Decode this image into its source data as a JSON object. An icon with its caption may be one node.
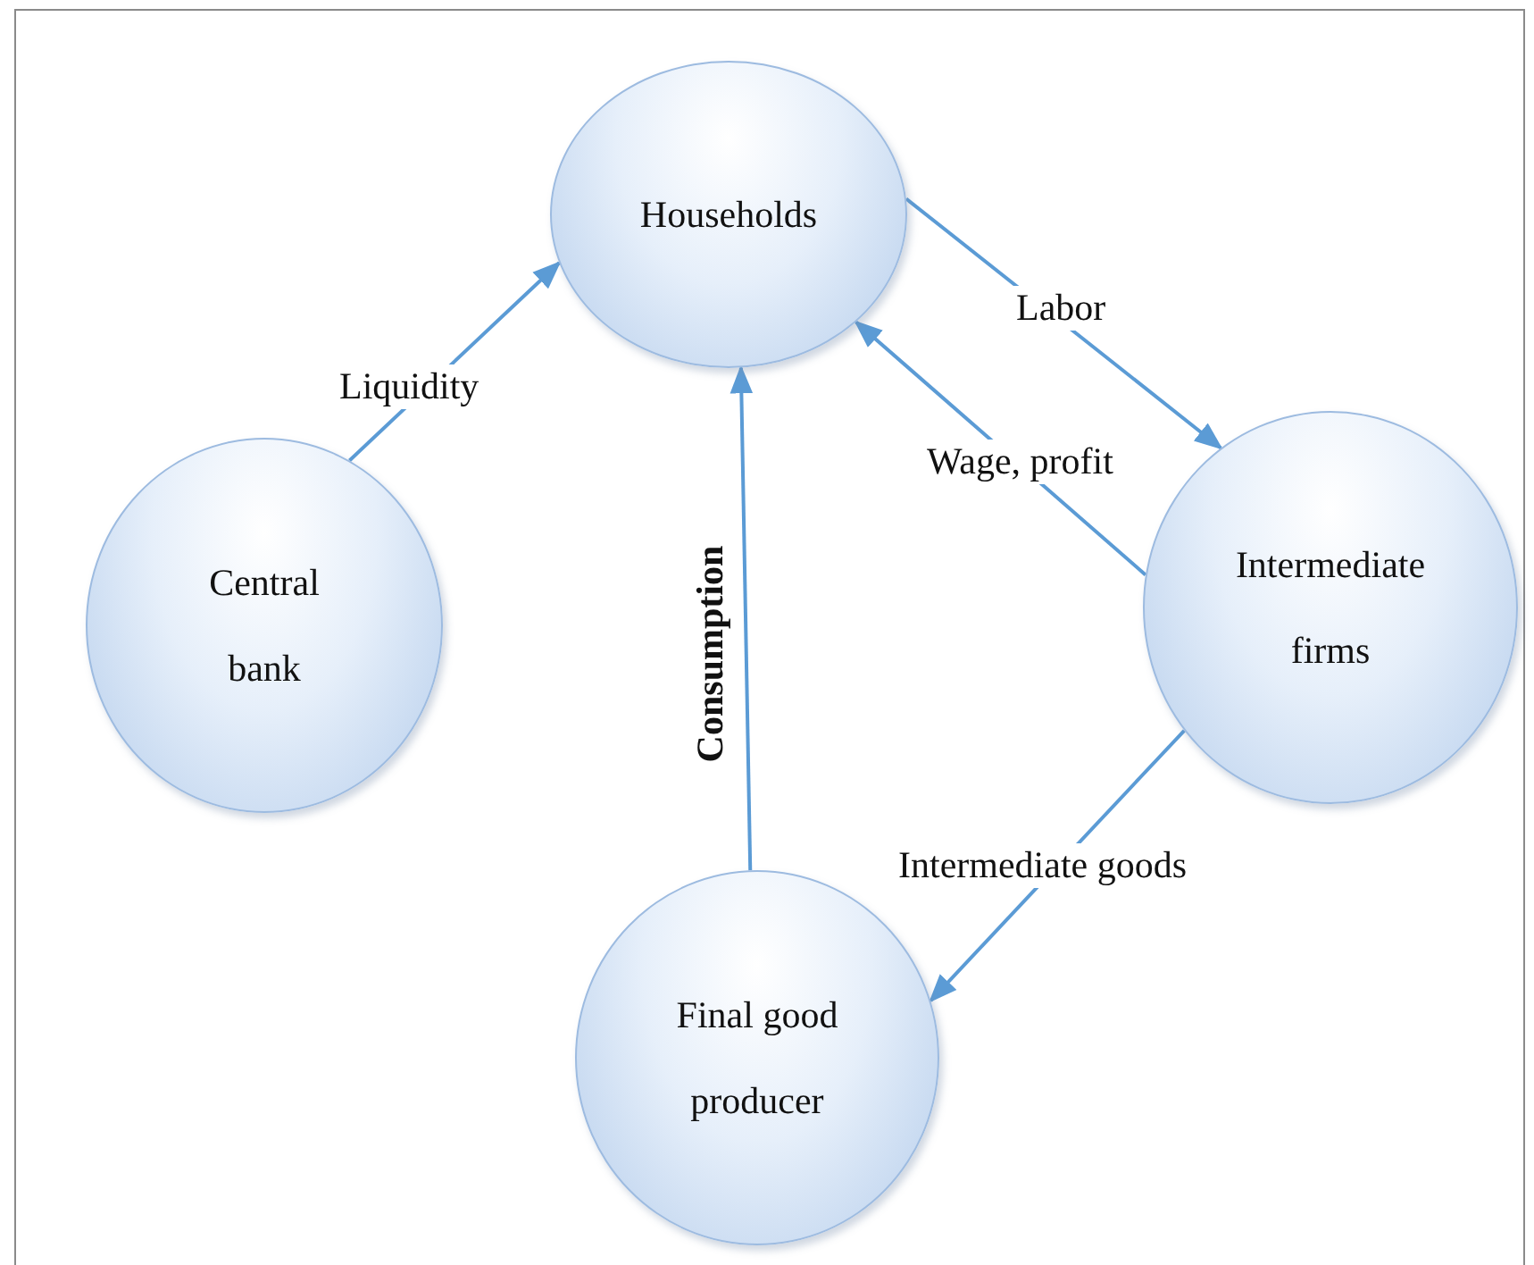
{
  "diagram": {
    "nodes": [
      {
        "text": [
          "Households"
        ]
      },
      {
        "text": [
          "Central bank"
        ]
      },
      {
        "text": [
          "Intermediate firms"
        ]
      },
      {
        "text": [
          "Final good producer"
        ]
      }
    ],
    "edges": [
      {
        "from": 1,
        "to": 0,
        "arrow": "to",
        "label": "Liquidity"
      },
      {
        "from": 0,
        "to": 2,
        "arrow": "to",
        "label": "Labor"
      },
      {
        "from": 2,
        "to": 0,
        "arrow": "to",
        "label": "Wage, profit"
      },
      {
        "from": 3,
        "to": 0,
        "arrow": "to",
        "label": "Consumption"
      },
      {
        "from": 2,
        "to": 3,
        "arrow": "to",
        "label": "Intermediate goods"
      }
    ]
  }
}
